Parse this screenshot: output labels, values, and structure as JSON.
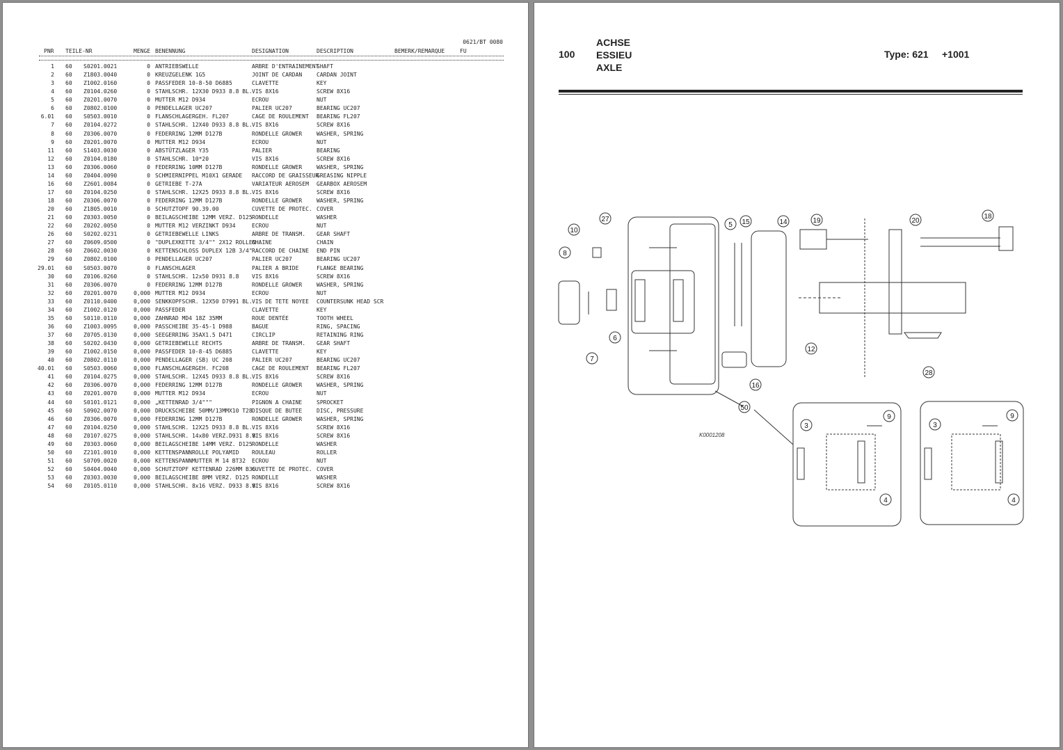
{
  "parts_list": {
    "doc_code": "0621/BT 0080",
    "headers": {
      "pnr": "PNR",
      "teile_nr": "TEILE-NR",
      "menge": "MENGE",
      "benennung": "BENENNUNG",
      "designation": "DESIGNATION",
      "description": "DESCRIPTION",
      "bemerk": "BEMERK/REMARQUE",
      "fu": "FU"
    },
    "rows": [
      [
        "1",
        "60",
        "S0201.0021",
        "0",
        "ANTRIEBSWELLE",
        "ARBRE D'ENTRAINEMENT",
        "SHAFT"
      ],
      [
        "2",
        "60",
        "Z1803.0040",
        "0",
        "KREUZGELENK 1G5",
        "JOINT DE CARDAN",
        "CARDAN JOINT"
      ],
      [
        "3",
        "60",
        "Z1002.0160",
        "0",
        "PASSFEDER 10-8-50 D6885",
        "CLAVETTE",
        "KEY"
      ],
      [
        "4",
        "60",
        "Z0104.0260",
        "0",
        "STAHLSCHR. 12X30 D933 8.8 BL.",
        "VIS 8X16",
        "SCREW 8X16"
      ],
      [
        "5",
        "60",
        "Z0201.0070",
        "0",
        "MUTTER M12 D934",
        "ECROU",
        "NUT"
      ],
      [
        "6",
        "60",
        "Z0802.0100",
        "0",
        "PENDELLAGER UC207",
        "PALIER UC207",
        "BEARING UC207"
      ],
      [
        "6.01",
        "60",
        "S0503.0010",
        "0",
        "FLANSCHLAGERGEH. FL207",
        "CAGE DE ROULEMENT",
        "BEARING FL207"
      ],
      [
        "7",
        "60",
        "Z0104.0272",
        "0",
        "STAHLSCHR. 12X40 D933 8.8 BL.",
        "VIS 8X16",
        "SCREW 8X16"
      ],
      [
        "8",
        "60",
        "Z0306.0070",
        "0",
        "FEDERRING 12MM D127B",
        "RONDELLE GROWER",
        "WASHER, SPRING"
      ],
      [
        "9",
        "60",
        "Z0201.0070",
        "0",
        "MUTTER M12 D934",
        "ECROU",
        "NUT"
      ],
      [
        "11",
        "60",
        "S1403.0030",
        "0",
        "ABSTÜTZLAGER Y35",
        "PALIER",
        "BEARING"
      ],
      [
        "12",
        "60",
        "Z0104.0180",
        "0",
        "STAHLSCHR. 10*20",
        "VIS 8X16",
        "SCREW 8X16"
      ],
      [
        "13",
        "60",
        "Z0306.0060",
        "0",
        "FEDERRING 10MM D127B",
        "RONDELLE GROWER",
        "WASHER, SPRING"
      ],
      [
        "14",
        "60",
        "Z0404.0090",
        "0",
        "SCHMIERNIPPEL M10X1 GERADE",
        "RACCORD DE GRAISSEUR",
        "GREASING NIPPLE"
      ],
      [
        "16",
        "60",
        "Z2601.0084",
        "0",
        "GETRIEBE T-27A",
        "VARIATEUR AEROSEM",
        "GEARBOX AEROSEM"
      ],
      [
        "17",
        "60",
        "Z0104.0250",
        "0",
        "STAHLSCHR. 12X25 D933 8.8 BL.",
        "VIS 8X16",
        "SCREW 8X16"
      ],
      [
        "18",
        "60",
        "Z0306.0070",
        "0",
        "FEDERRING 12MM D127B",
        "RONDELLE GROWER",
        "WASHER, SPRING"
      ],
      [
        "20",
        "60",
        "Z1805.0010",
        "0",
        "SCHUTZTOPF 90.39.00",
        "CUVETTE DE PROTEC.",
        "COVER"
      ],
      [
        "21",
        "60",
        "Z0303.0050",
        "0",
        "BEILAGSCHEIBE 12MM VERZ. D125",
        "RONDELLE",
        "WASHER"
      ],
      [
        "22",
        "60",
        "Z0202.0050",
        "0",
        "MUTTER M12 VERZINKT D934",
        "ECROU",
        "NUT"
      ],
      [
        "26",
        "60",
        "S0202.0231",
        "0",
        "GETRIEBEWELLE LINKS",
        "ARBRE DE TRANSM.",
        "GEAR SHAFT"
      ],
      [
        "27",
        "60",
        "Z0609.0500",
        "0",
        "\"DUPLEXKETTE 3/4\"\" 2X12 ROLLEN",
        "CHAINE",
        "CHAIN"
      ],
      [
        "28",
        "60",
        "Z0602.0030",
        "0",
        "KETTENSCHLOSS DUPLEX 12B 3/4\"",
        "RACCORD DE CHAINE",
        "END PIN"
      ],
      [
        "29",
        "60",
        "Z0802.0100",
        "0",
        "PENDELLAGER UC207",
        "PALIER UC207",
        "BEARING UC207"
      ],
      [
        "29.01",
        "60",
        "S0503.0070",
        "0",
        "FLANSCHLAGER",
        "PALIER A BRIDE",
        "FLANGE BEARING"
      ],
      [
        "30",
        "60",
        "Z0106.0260",
        "0",
        "STAHLSCHR. 12x50 D931 8.8",
        "VIS 8X16",
        "SCREW 8X16"
      ],
      [
        "31",
        "60",
        "Z0306.0070",
        "0",
        "FEDERRING 12MM D127B",
        "RONDELLE GROWER",
        "WASHER, SPRING"
      ],
      [
        "32",
        "60",
        "Z0201.0070",
        "0,000",
        "MUTTER M12 D934",
        "ECROU",
        "NUT"
      ],
      [
        "33",
        "60",
        "Z0110.0400",
        "0,000",
        "SENKKOPFSCHR. 12X50 D7991 BL.",
        "VIS DE TETE NOYEE",
        "COUNTERSUNK HEAD SCR"
      ],
      [
        "34",
        "60",
        "Z1002.0120",
        "0,000",
        "PASSFEDER",
        "CLAVETTE",
        "KEY"
      ],
      [
        "35",
        "60",
        "S0110.0110",
        "0,000",
        "ZAHNRAD MD4 18Z 35MM",
        "ROUE DENTÉE",
        "TOOTH WHEEL"
      ],
      [
        "36",
        "60",
        "Z1003.0095",
        "0,000",
        "PASSCHEIBE 35-45-1 D988",
        "BAGUE",
        "RING, SPACING"
      ],
      [
        "37",
        "60",
        "Z0705.0130",
        "0,000",
        "SEEGERRING 35AX1.5 D471",
        "CIRCLIP",
        "RETAINING RING"
      ],
      [
        "38",
        "60",
        "S0202.0430",
        "0,000",
        "GETRIEBEWELLE RECHTS",
        "ARBRE DE TRANSM.",
        "GEAR SHAFT"
      ],
      [
        "39",
        "60",
        "Z1002.0150",
        "0,000",
        "PASSFEDER 10-8-45 D6885",
        "CLAVETTE",
        "KEY"
      ],
      [
        "40",
        "60",
        "Z0802.0110",
        "0,000",
        "PENDELLAGER (SB) UC 208",
        "PALIER UC207",
        "BEARING UC207"
      ],
      [
        "40.01",
        "60",
        "S0503.0060",
        "0,000",
        "FLANSCHLAGERGEH. FC208",
        "CAGE DE ROULEMENT",
        "BEARING FL207"
      ],
      [
        "41",
        "60",
        "Z0104.0275",
        "0,000",
        "STAHLSCHR. 12X45 D933 8.8 BL.",
        "VIS 8X16",
        "SCREW 8X16"
      ],
      [
        "42",
        "60",
        "Z0306.0070",
        "0,000",
        "FEDERRING 12MM D127B",
        "RONDELLE GROWER",
        "WASHER, SPRING"
      ],
      [
        "43",
        "60",
        "Z0201.0070",
        "0,000",
        "MUTTER M12 D934",
        "ECROU",
        "NUT"
      ],
      [
        "44",
        "60",
        "S0101.0121",
        "0,000",
        "„KETTENRAD 3/4\"\"\"",
        "PIGNON A CHAINE",
        "SPROCKET"
      ],
      [
        "45",
        "60",
        "S0902.0070",
        "0,000",
        "DRUCKSCHEIBE 50MM/13MMX10 T28",
        "DISQUE DE BUTEE",
        "DISC, PRESSURE"
      ],
      [
        "46",
        "60",
        "Z0306.0070",
        "0,000",
        "FEDERRING 12MM D127B",
        "RONDELLE GROWER",
        "WASHER, SPRING"
      ],
      [
        "47",
        "60",
        "Z0104.0250",
        "0,000",
        "STAHLSCHR. 12X25 D933 8.8 BL.",
        "VIS 8X16",
        "SCREW 8X16"
      ],
      [
        "48",
        "60",
        "Z0107.0275",
        "0,000",
        "STAHLSCHR. 14x80 VERZ.D931 8.8",
        "VIS 8X16",
        "SCREW 8X16"
      ],
      [
        "49",
        "60",
        "Z0303.0060",
        "0,000",
        "BEILAGSCHEIBE 14MM VERZ. D125",
        "RONDELLE",
        "WASHER"
      ],
      [
        "50",
        "60",
        "Z2101.0010",
        "0,000",
        "KETTENSPANNROLLE POLYAMID",
        "ROULEAU",
        "ROLLER"
      ],
      [
        "51",
        "60",
        "S0709.0020",
        "0,000",
        "KETTENSPANNMUTTER M 14 BT32",
        "ECROU",
        "NUT"
      ],
      [
        "52",
        "60",
        "S0404.0040",
        "0,000",
        "SCHUTZTOPF KETTENRAD 226MM B36",
        "CUVETTE DE PROTEC.",
        "COVER"
      ],
      [
        "53",
        "60",
        "Z0303.0030",
        "0,000",
        "BEILAGSCHEIBE 8MM VERZ. D125",
        "RONDELLE",
        "WASHER"
      ],
      [
        "54",
        "60",
        "Z0105.0110",
        "0,000",
        "STAHLSCHR. 8x16 VERZ. D933 8.8",
        "VIS 8X16",
        "SCREW 8X16"
      ]
    ]
  },
  "drawing": {
    "section_number": "100",
    "titles": [
      "ACHSE",
      "ESSIEU",
      "AXLE"
    ],
    "type_label": "Type: 621",
    "type_value": "+1001",
    "callouts": [
      "10",
      "27",
      "8",
      "6",
      "7",
      "5",
      "15",
      "14",
      "19",
      "20",
      "18",
      "12",
      "16",
      "28",
      "50",
      "3",
      "9",
      "4",
      "3",
      "9",
      "4"
    ],
    "drawing_ref": "K0001208"
  }
}
